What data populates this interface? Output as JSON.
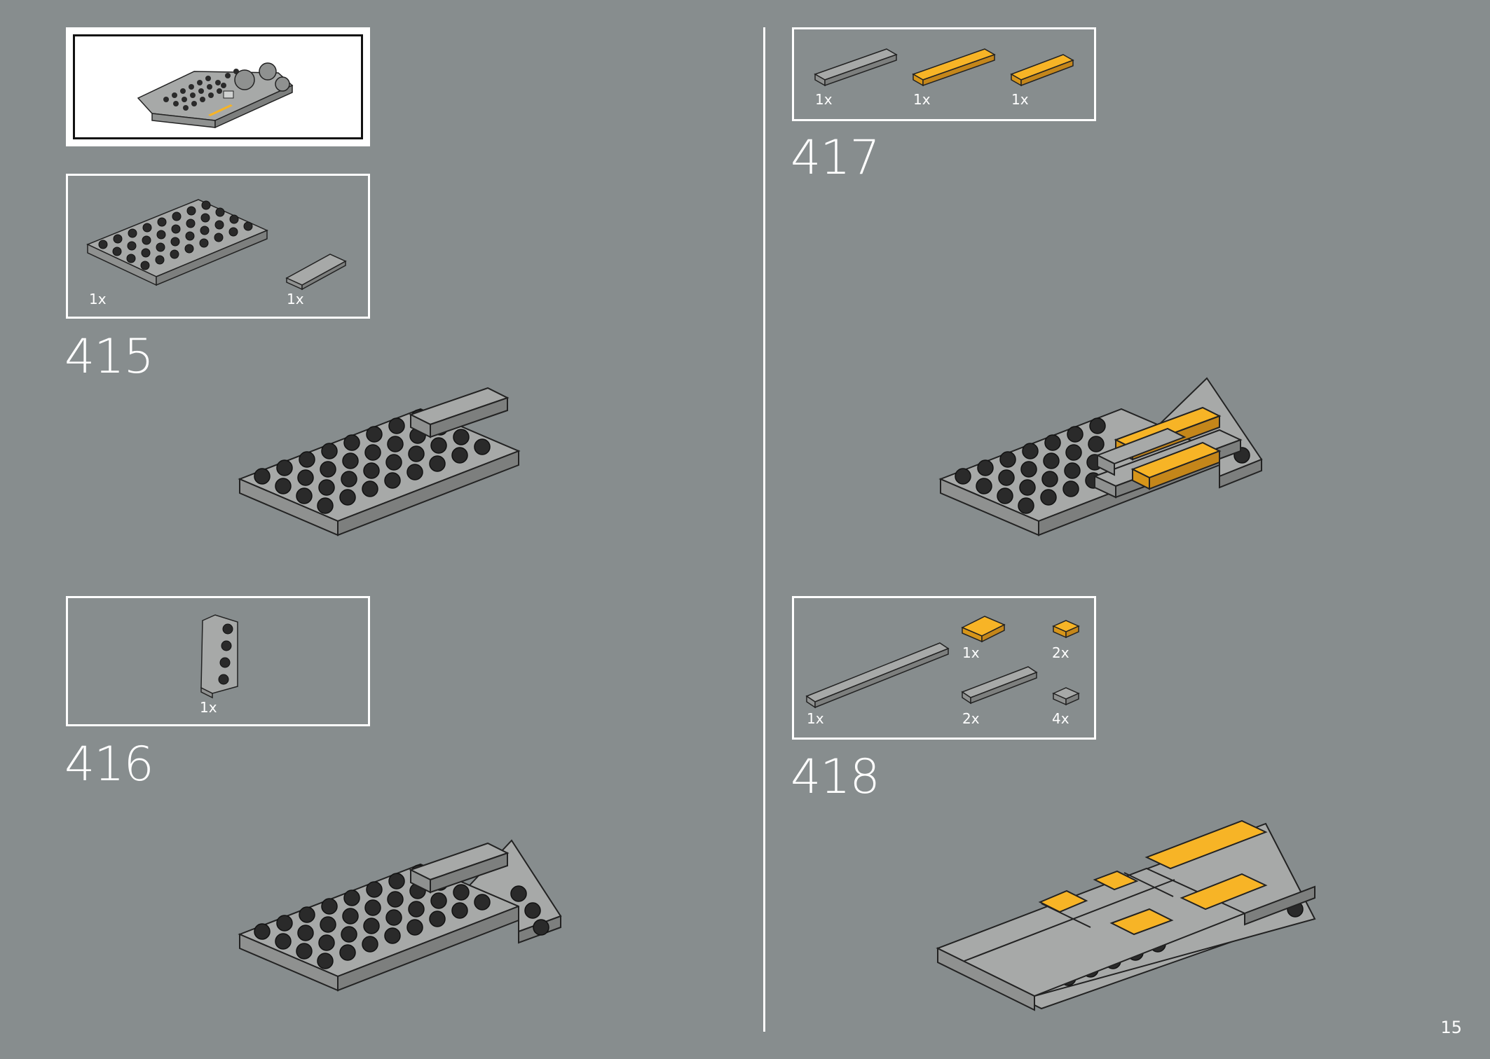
{
  "page": {
    "number": "15"
  },
  "colors": {
    "background": "#878d8e",
    "brick_gray": "#a7a9a8",
    "stud_dark": "#2a2a2a",
    "accent_yellow": "#f7b426"
  },
  "steps": [
    {
      "number": "415",
      "parts": [
        {
          "qty": "1x",
          "part": "gray plate 4x8"
        },
        {
          "qty": "1x",
          "part": "gray tile 1x4"
        }
      ]
    },
    {
      "number": "416",
      "parts": [
        {
          "qty": "1x",
          "part": "gray wedge plate"
        }
      ]
    },
    {
      "number": "417",
      "parts": [
        {
          "qty": "1x",
          "part": "gray tile 1x4"
        },
        {
          "qty": "1x",
          "part": "yellow tile 1x4"
        },
        {
          "qty": "1x",
          "part": "yellow tile 1x3"
        }
      ]
    },
    {
      "number": "418",
      "parts": [
        {
          "qty": "1x",
          "part": "yellow tile 1x2"
        },
        {
          "qty": "2x",
          "part": "yellow tile 1x1"
        },
        {
          "qty": "1x",
          "part": "gray tile 1x8"
        },
        {
          "qty": "2x",
          "part": "gray tile 1x4"
        },
        {
          "qty": "4x",
          "part": "gray tile 1x1"
        }
      ]
    }
  ]
}
